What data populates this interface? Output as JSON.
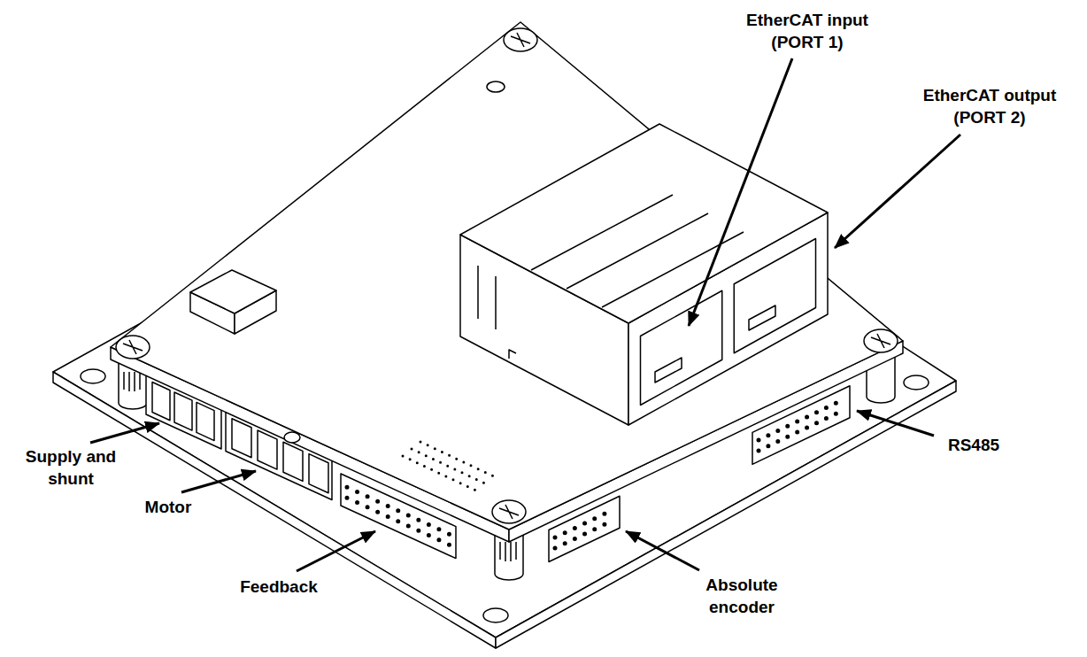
{
  "diagram": {
    "labels": [
      "EtherCAT input (PORT 1)",
      "EtherCAT output (PORT 2)",
      "Supply and shunt",
      "Motor",
      "Feedback",
      "Absolute encoder",
      "RS485"
    ]
  }
}
